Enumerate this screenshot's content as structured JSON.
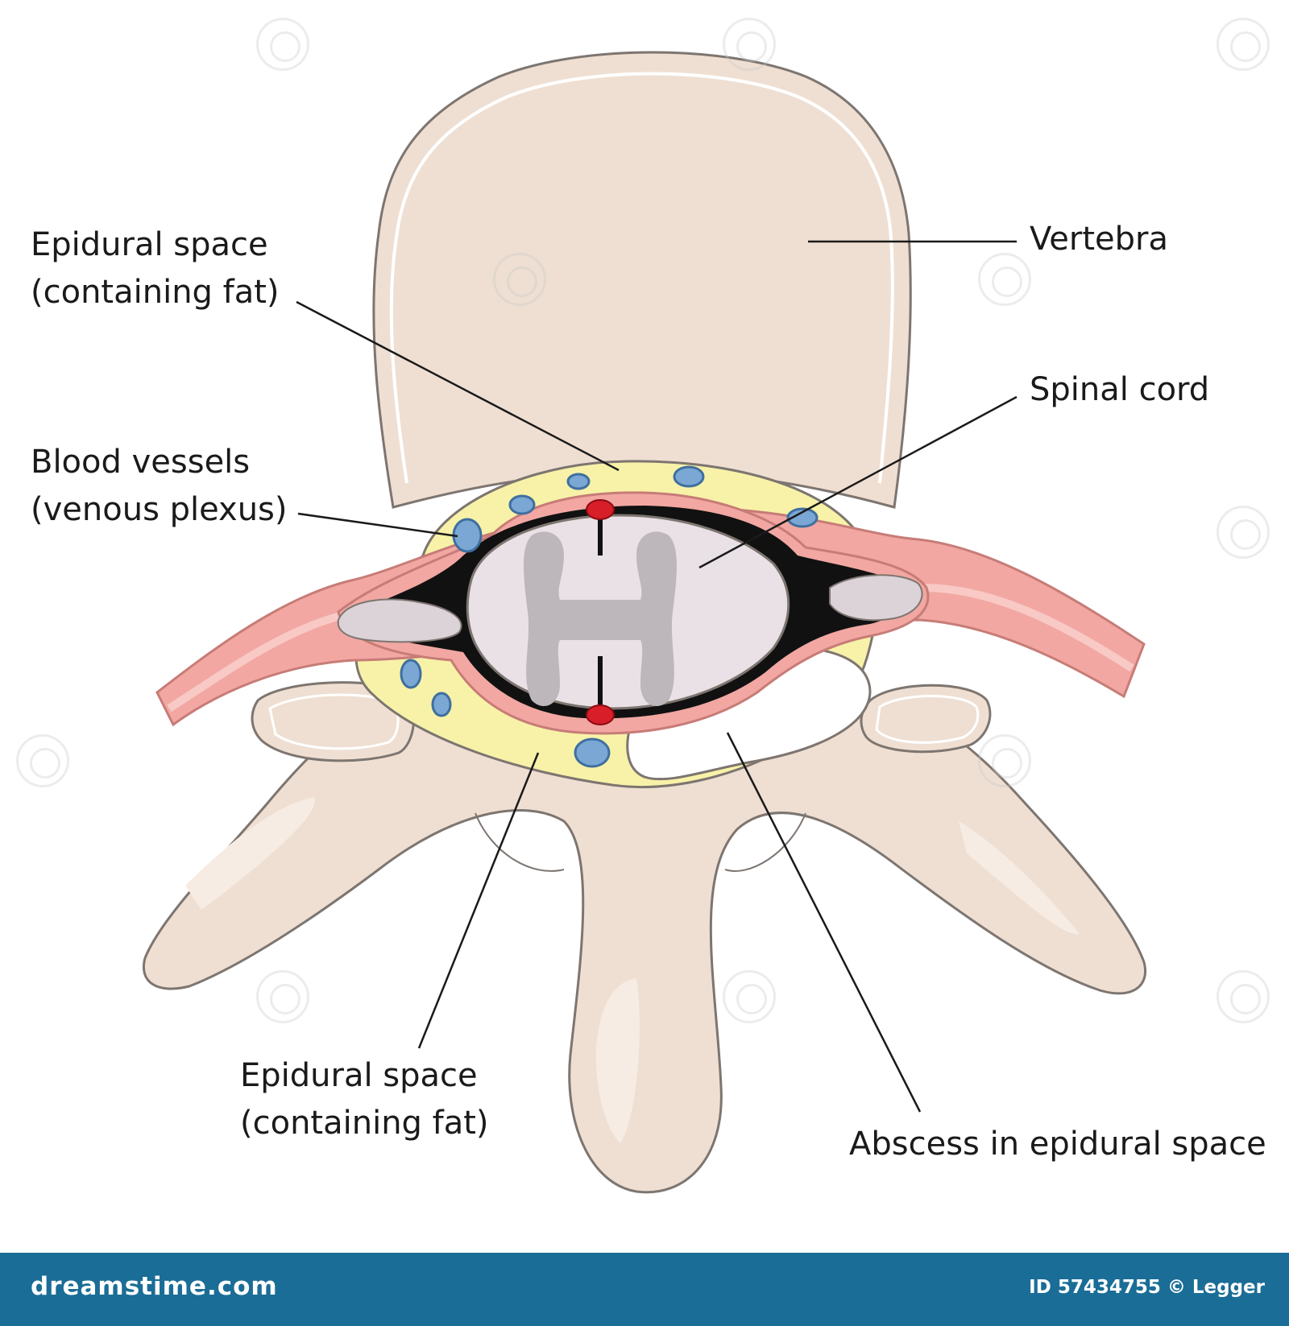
{
  "labels": {
    "vertebra": "Vertebra",
    "epidural_top_line1": "Epidural space",
    "epidural_top_line2": "(containing fat)",
    "blood_line1": "Blood vessels",
    "blood_line2": "(venous plexus)",
    "spinal_cord": "Spinal cord",
    "epidural_bottom_line1": "Epidural space",
    "epidural_bottom_line2": "(containing fat)",
    "abscess": "Abscess in epidural space"
  },
  "footer": {
    "brand": "dreamstime.com",
    "credit": "ID 57434755 © Legger"
  },
  "colors": {
    "bone": "#efdfd2",
    "bone_outline": "#7d7570",
    "fat": "#f7f2a8",
    "vessel": "#7aa7d4",
    "vessel_outline": "#3f6f9f",
    "dura": "#f2a7a2",
    "cord": "#e9e1e6",
    "grey_matter": "#bdb6ba",
    "artery": "#d81e28",
    "footer": "#1a6d96"
  }
}
